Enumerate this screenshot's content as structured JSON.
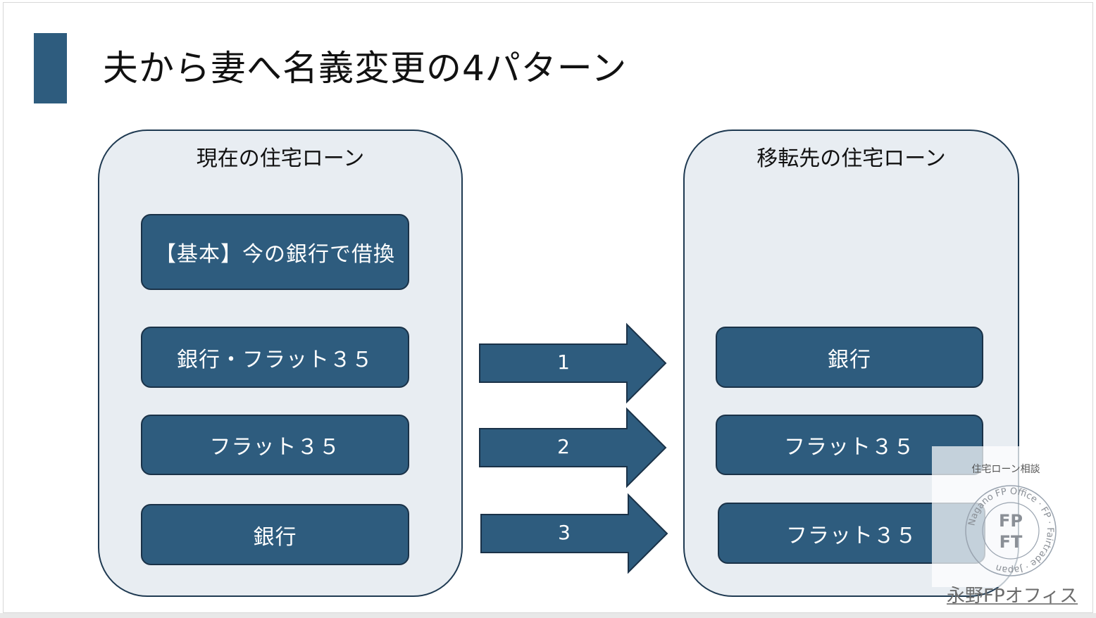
{
  "slide": {
    "title": "夫から妻へ名義変更の4パターン"
  },
  "current_panel": {
    "title": "現在の住宅ローン",
    "items": [
      {
        "label": "【基本】今の銀行で借換"
      },
      {
        "label": "銀行・フラット３５"
      },
      {
        "label": "フラット３５"
      },
      {
        "label": "銀行"
      }
    ]
  },
  "arrows": [
    {
      "label": "1"
    },
    {
      "label": "2"
    },
    {
      "label": "3"
    }
  ],
  "destination_panel": {
    "title": "移転先の住宅ローン",
    "items": [
      {
        "label": "銀行"
      },
      {
        "label": "フラット３５"
      },
      {
        "label": "フラット３５"
      }
    ]
  },
  "watermark": {
    "caption": "住宅ローン相談",
    "seal_ring_text": "Nagano FP Office · FP · Fairtrade · Japan",
    "seal_center_top": "FP",
    "seal_center_bottom": "FT",
    "office_name": "永野FPオフィス"
  },
  "colors": {
    "accent": "#2e5c7e",
    "panel_fill": "#e8edf2",
    "panel_border": "#1f3a52"
  }
}
